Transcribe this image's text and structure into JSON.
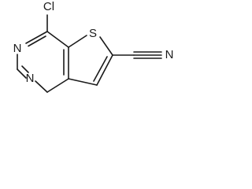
{
  "molecule": {
    "atoms": {
      "cl": "Cl",
      "s": "S",
      "n_top": "N",
      "n_bottom": "N",
      "n_nitrile": "N"
    }
  }
}
